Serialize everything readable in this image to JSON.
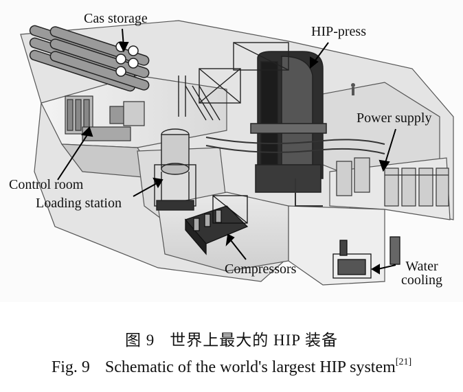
{
  "labels": {
    "gas_storage": "Cas storage",
    "hip_press": "HIP-press",
    "power_supply": "Power supply",
    "control_room": "Control room",
    "loading_station": "Loading station",
    "compressors": "Compressors",
    "water_cooling_line1": "Water",
    "water_cooling_line2": "cooling"
  },
  "caption": {
    "cn_prefix": "图 9",
    "cn_text": "世界上最大的 HIP 装备",
    "en_prefix": "Fig. 9",
    "en_text": "Schematic of the world's largest HIP system",
    "en_ref": "[21]"
  }
}
